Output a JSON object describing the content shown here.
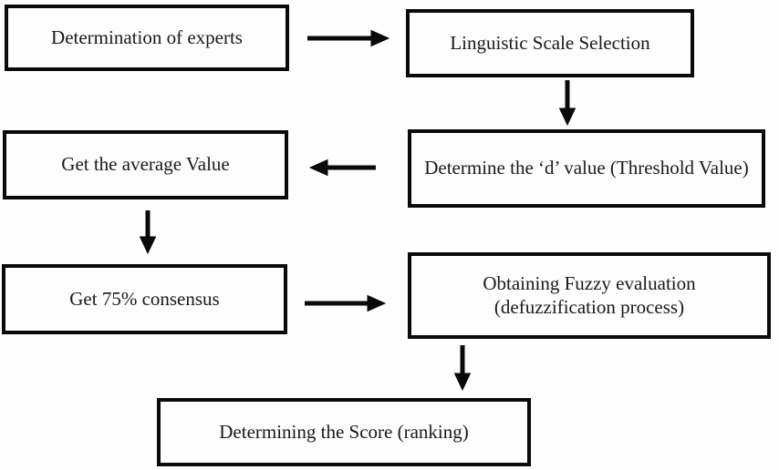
{
  "diagram": {
    "type": "flowchart",
    "background_color": "#fefefe",
    "box_border_color": "#0a0a0a",
    "text_color": "#1a1a1a",
    "arrow_color": "#0a0a0a",
    "nodes": [
      {
        "id": "experts",
        "label": "Determination of experts"
      },
      {
        "id": "scale",
        "label": "Linguistic Scale Selection"
      },
      {
        "id": "threshold",
        "label": "Determine the ‘d’ value (Threshold Value)"
      },
      {
        "id": "average",
        "label": "Get the average Value"
      },
      {
        "id": "consensus",
        "label": "Get 75% consensus"
      },
      {
        "id": "fuzzy",
        "label": "Obtaining Fuzzy evaluation (defuzzification process)"
      },
      {
        "id": "score",
        "label": "Determining the Score (ranking)"
      }
    ],
    "edges": [
      {
        "from": "experts",
        "to": "scale",
        "direction": "right"
      },
      {
        "from": "scale",
        "to": "threshold",
        "direction": "down"
      },
      {
        "from": "threshold",
        "to": "average",
        "direction": "left"
      },
      {
        "from": "average",
        "to": "consensus",
        "direction": "down"
      },
      {
        "from": "consensus",
        "to": "fuzzy",
        "direction": "right"
      },
      {
        "from": "fuzzy",
        "to": "score",
        "direction": "down"
      }
    ]
  }
}
